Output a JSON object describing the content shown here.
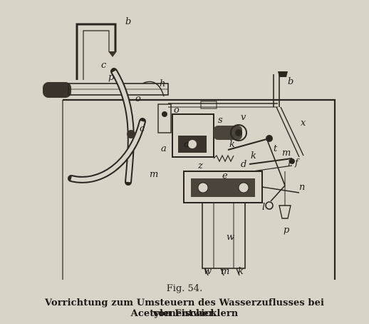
{
  "figure": {
    "number_label": "Fig. 54.",
    "caption_line1": "Vorrichtung zum Umsteuern des Wasserzuflusses bei Acetylenentwicklern",
    "caption_line2": "von Fischer.",
    "labels": {
      "b": "b",
      "b1": "b",
      "c": "c",
      "p1": "p",
      "o1": "o",
      "h": "h",
      "o": "o",
      "v": "v",
      "s": "s",
      "x": "x",
      "c1": "c",
      "a": "a",
      "a1": "a",
      "k": "k",
      "k1": "k",
      "t": "t",
      "m1": "m",
      "r": "r",
      "f": "f",
      "d": "d",
      "m": "m",
      "z": "z",
      "e": "e",
      "n": "n",
      "l": "l",
      "p": "p",
      "w": "w",
      "wb": "w",
      "m2": "m",
      "kb": "k"
    }
  }
}
